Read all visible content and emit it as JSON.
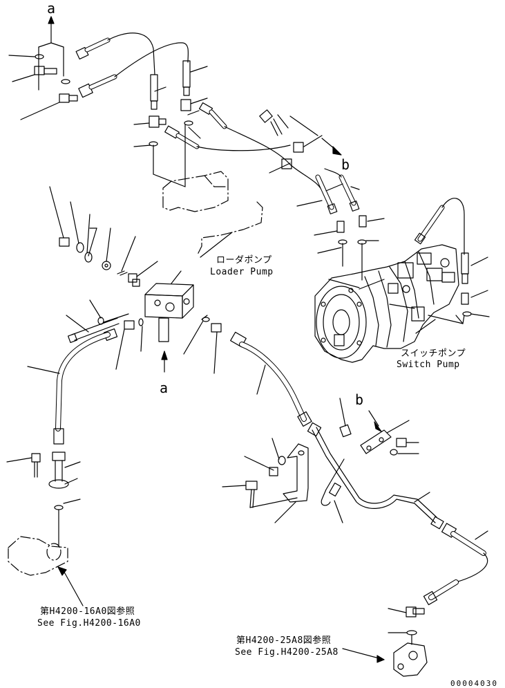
{
  "diagram": {
    "callouts": {
      "a": "a",
      "b": "b"
    },
    "loader_pump": {
      "jp": "ローダポンプ",
      "en": "Loader Pump"
    },
    "switch_pump": {
      "jp": "スイッチポンプ",
      "en": "Switch Pump"
    },
    "ref_16a0": {
      "jp": "第H4200-16A0図参照",
      "en": "See Fig.H4200-16A0"
    },
    "ref_25a8": {
      "jp": "第H4200-25A8図参照",
      "en": "See Fig.H4200-25A8"
    },
    "drawing_number": "00004030"
  }
}
